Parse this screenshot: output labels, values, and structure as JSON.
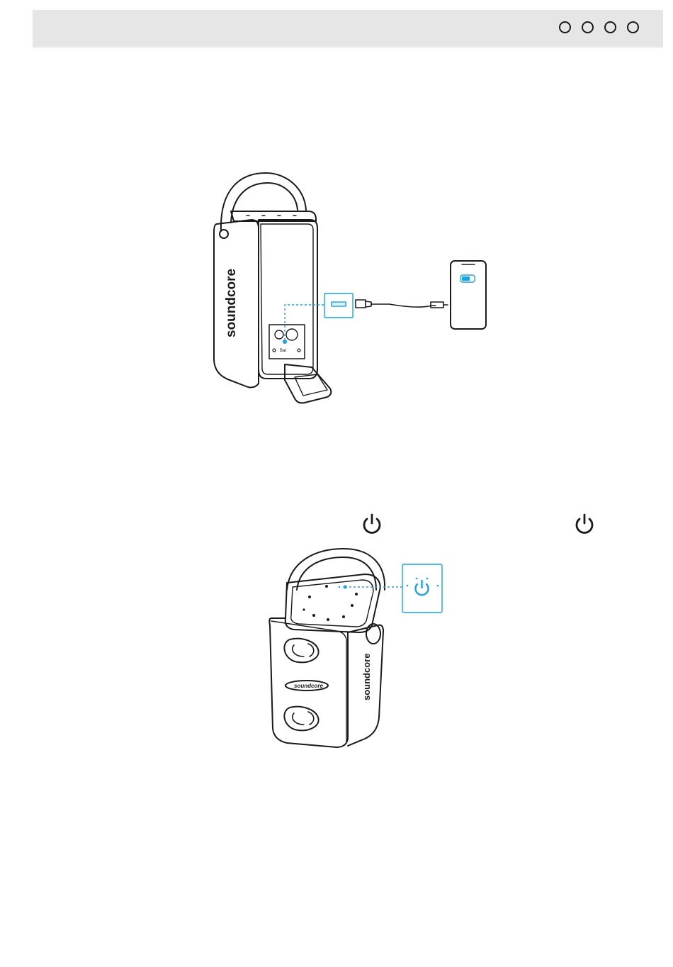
{
  "header": {
    "language_dots": [
      "lang-1",
      "lang-2",
      "lang-3",
      "lang-4"
    ]
  },
  "figure_charging": {
    "brand": "soundcore",
    "port_label": "Bat",
    "accent_color": "#1aa3e8"
  },
  "figure_power": {
    "brand_side": "soundcore",
    "brand_front": "soundcore",
    "accent_color": "#1aa3e8"
  },
  "icons": {
    "power_icon_1": "power-icon",
    "power_icon_2": "power-icon"
  }
}
